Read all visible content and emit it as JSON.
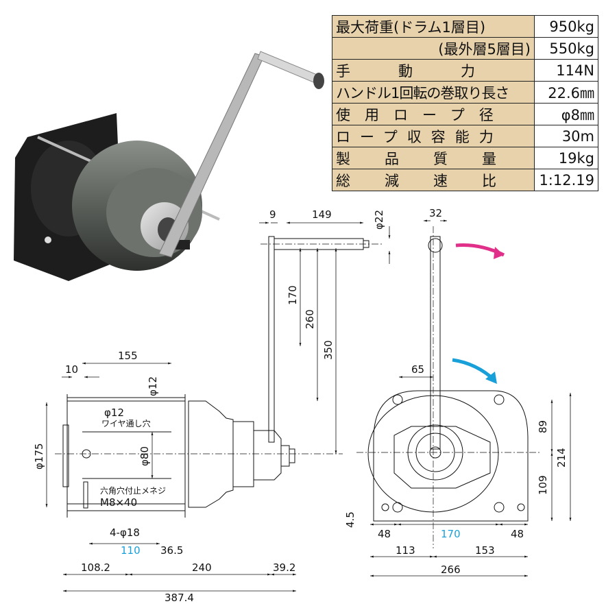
{
  "specs": [
    {
      "label": "最大荷重(ドラム1層目)",
      "value": "950kg"
    },
    {
      "label": "(最外層5層目)",
      "value": "550kg"
    },
    {
      "label": "手動力",
      "value": "114N"
    },
    {
      "label": "ハンドル1回転の巻取り長さ",
      "value": "22.6㎜"
    },
    {
      "label": "使用ロープ径",
      "value": "φ8㎜"
    },
    {
      "label": "ロープ収容能力",
      "value": "30m"
    },
    {
      "label": "製品質量",
      "value": "19kg"
    },
    {
      "label": "総減速比",
      "value": "1:12.19"
    }
  ],
  "dims": {
    "d9": "9",
    "d149": "149",
    "d22": "φ22",
    "d170v": "170",
    "d260": "260",
    "d350": "350",
    "d32": "32",
    "d65": "65",
    "d155": "155",
    "d10": "10",
    "d12v": "φ12",
    "d12hole": "φ12",
    "wire_hole": "ワイヤ通し穴",
    "d175": "φ175",
    "d80": "φ80",
    "bolt_note": "六角穴付止メネジ",
    "bolt_size": "M8×40",
    "d4x18": "4-φ18",
    "d110": "110",
    "d36_5": "36.5",
    "d108_2": "108.2",
    "d240": "240",
    "d39_2": "39.2",
    "d387_4": "387.4",
    "d89": "89",
    "d109": "109",
    "d214": "214",
    "d4_5": "4.5",
    "d48l": "48",
    "d170h": "170",
    "d48r": "48",
    "d113": "113",
    "d153": "153",
    "d266": "266"
  },
  "colors": {
    "accent_blue": "#1aa0d8",
    "accent_pink": "#e0308a",
    "table_header": "#e8d2ac"
  }
}
